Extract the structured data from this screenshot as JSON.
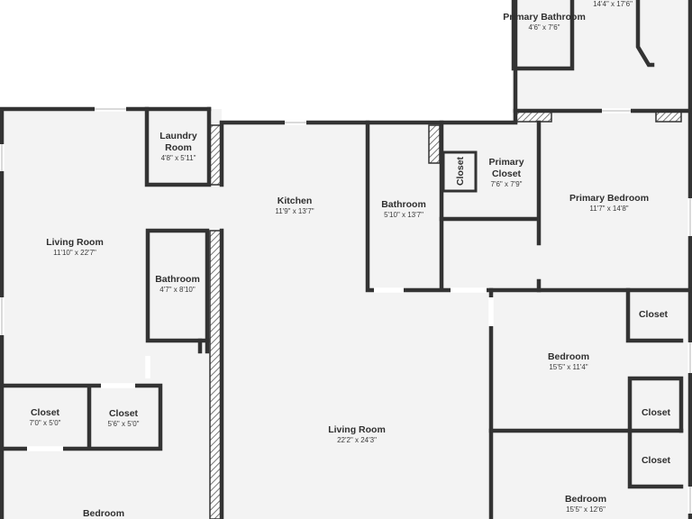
{
  "colors": {
    "floor": "#f3f3f3",
    "wall": "#333333",
    "background": "#ffffff",
    "hatch": "#777777"
  },
  "rooms": {
    "primary_bathroom": {
      "name": "Primary Bathroom",
      "dims": "4'6\" x 7'6\""
    },
    "primary_top": {
      "dims": "14'4\" x 17'6\""
    },
    "laundry": {
      "name": "Laundry",
      "name2": "Room",
      "dims": "4'8\" x 5'11\""
    },
    "living_room_left": {
      "name": "Living Room",
      "dims": "11'10\" x 22'7\""
    },
    "kitchen": {
      "name": "Kitchen",
      "dims": "11'9\" x 13'7\""
    },
    "bathroom_center": {
      "name": "Bathroom",
      "dims": "5'10\" x 13'7\""
    },
    "closet_vertical": {
      "name": "Closet"
    },
    "primary_closet": {
      "name": "Primary",
      "name2": "Closet",
      "dims": "7'6\" x 7'9\""
    },
    "primary_bedroom": {
      "name": "Primary Bedroom",
      "dims": "11'7\" x 14'8\""
    },
    "bathroom_left": {
      "name": "Bathroom",
      "dims": "4'7\" x 8'10\""
    },
    "closet_right_top": {
      "name": "Closet"
    },
    "bedroom_right_1": {
      "name": "Bedroom",
      "dims": "15'5\" x 11'4\""
    },
    "closet_left_1": {
      "name": "Closet",
      "dims": "7'0\" x 5'0\""
    },
    "closet_left_2": {
      "name": "Closet",
      "dims": "5'6\" x 5'0\""
    },
    "closet_right_mid": {
      "name": "Closet"
    },
    "closet_right_low": {
      "name": "Closet"
    },
    "living_room_main": {
      "name": "Living Room",
      "dims": "22'2\" x 24'3\""
    },
    "bedroom_left": {
      "name": "Bedroom"
    },
    "bedroom_right_2": {
      "name": "Bedroom",
      "dims": "15'5\" x 12'6\""
    }
  }
}
